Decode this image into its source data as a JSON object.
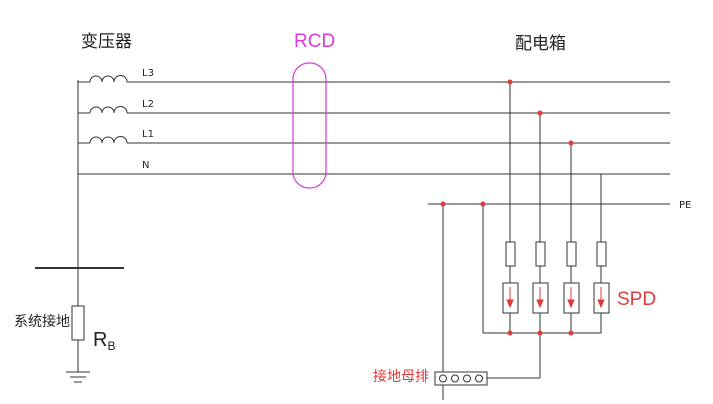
{
  "titles": {
    "transformer": "变压器",
    "rcd": "RCD",
    "distribution_box": "配电箱"
  },
  "lines": {
    "l3": "L3",
    "l2": "L2",
    "l1": "L1",
    "n": "N",
    "pe": "PE"
  },
  "spd_label": "SPD",
  "system_ground_label": "系统接地",
  "rb_label": "R",
  "rb_sub": "B",
  "ground_bar_label": "接地母排",
  "colors": {
    "wire": "#333333",
    "rcd": "#d93ad9",
    "node": "#e03a3a",
    "spd_arrow": "#e03a3a"
  }
}
